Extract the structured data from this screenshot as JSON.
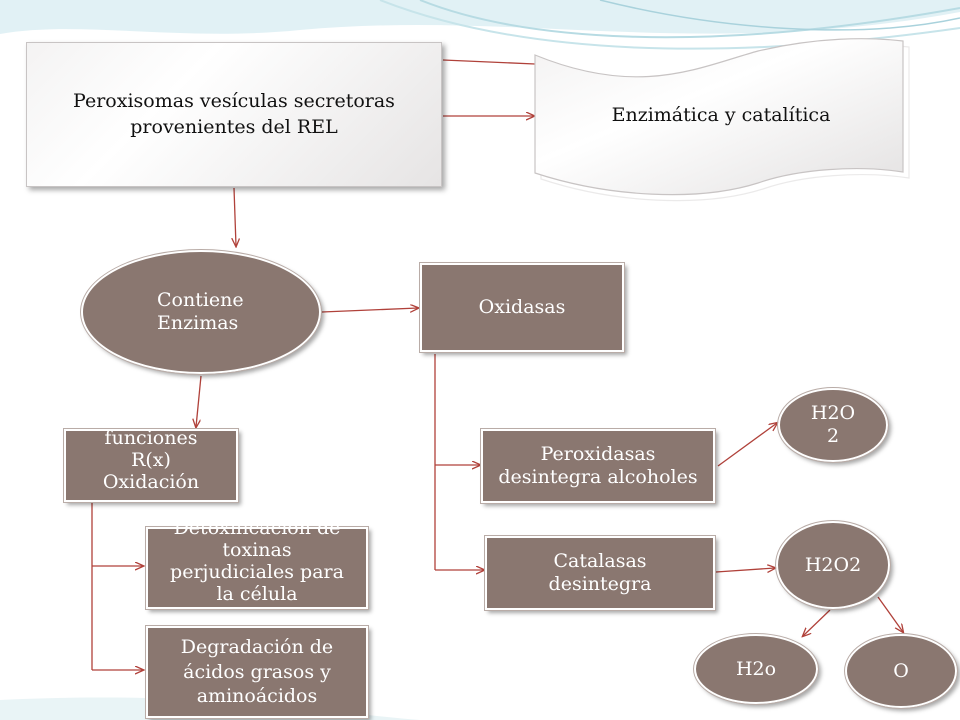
{
  "nodes": {
    "peroxisomas": "Peroxisomas vesículas secretoras provenientes del REL",
    "enzimatica": "Enzimática y catalítica",
    "contiene": "Contiene Enzimas",
    "oxidasas": "Oxidasas",
    "funciones": [
      "funciones",
      "R(x)",
      "Oxidación"
    ],
    "peroxidasas": "Peroxidasas desintegra alcoholes",
    "catalasas": "Catalasas desintegra",
    "h2o2_top": "H2O 2",
    "h2o2": "H2O2",
    "h2o": "H2o",
    "o": "O",
    "detox": [
      "Detoxificación de",
      "toxinas",
      "perjudiciales para",
      "la célula"
    ],
    "degradacion": "Degradación de ácidos grasos y aminoácidos"
  },
  "colors": {
    "box_fill": "#8a7770",
    "arrow": "#b0413a",
    "background_swirl": "#cfe8ee"
  }
}
